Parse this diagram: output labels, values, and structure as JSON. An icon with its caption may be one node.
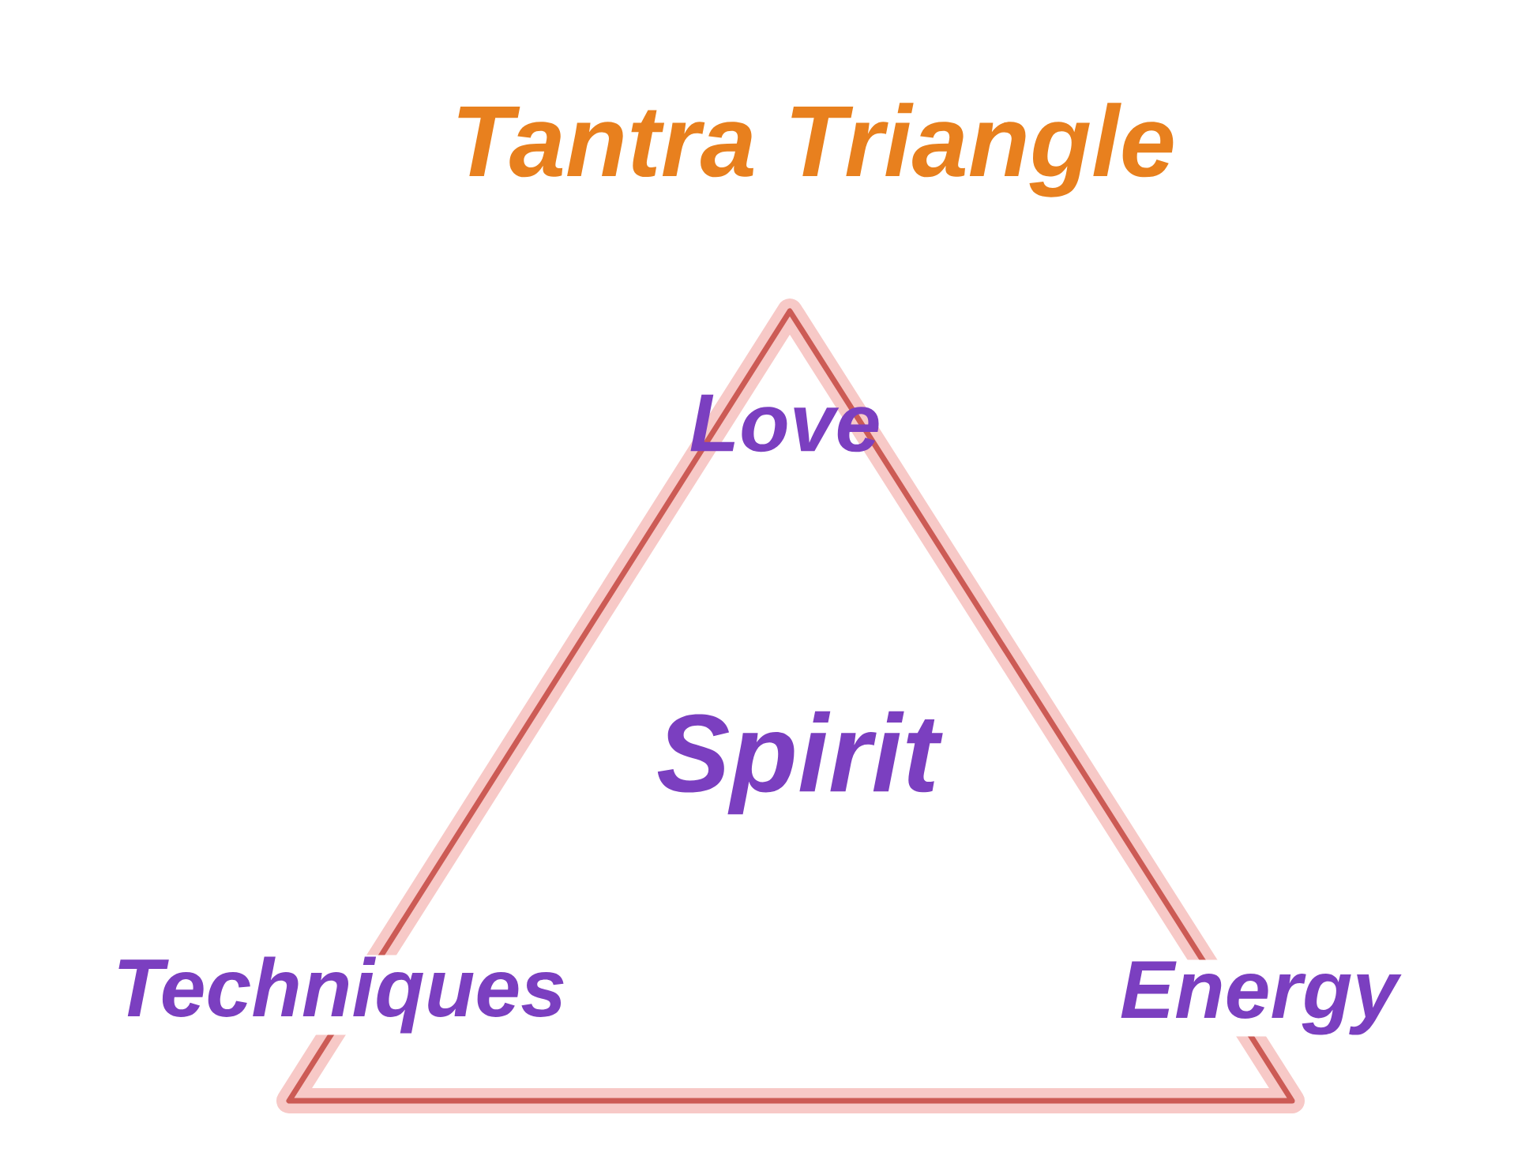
{
  "diagram": {
    "title": "Tantra Triangle",
    "nodes": [
      {
        "text": [
          "Love",
          "Spirit"
        ]
      }
    ],
    "labels": [
      "Techniques",
      "Energy"
    ]
  }
}
